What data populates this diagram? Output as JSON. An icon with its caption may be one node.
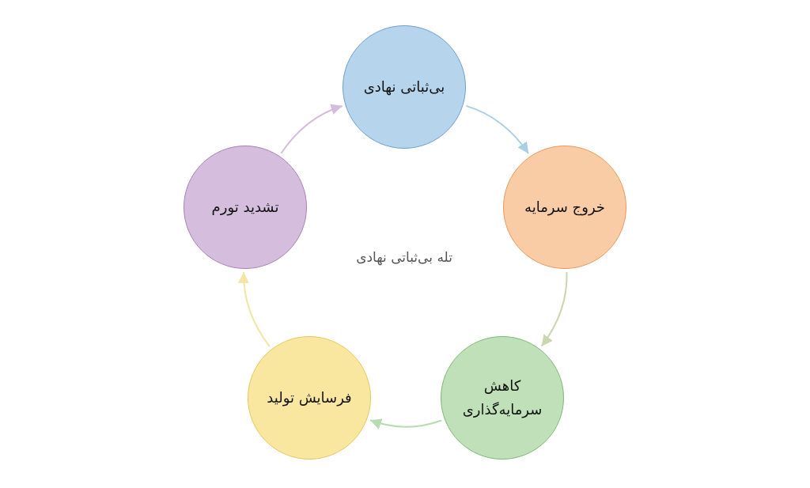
{
  "diagram": {
    "nodes": [
      {
        "text": [
          "بی‌ثباتی نهادی"
        ]
      },
      {
        "text": [
          "خروج سرمایه"
        ]
      },
      {
        "text": [
          "کاهش سرمایه‌گذاری"
        ]
      },
      {
        "text": [
          "فرسایش تولید"
        ]
      },
      {
        "text": [
          "تشدید تورم"
        ]
      }
    ],
    "edges": [
      {
        "from": 0,
        "to": 1,
        "arrow": "to",
        "color": "#a9cfe3"
      },
      {
        "from": 1,
        "to": 2,
        "arrow": "to",
        "color": "#c8d7ad"
      },
      {
        "from": 2,
        "to": 3,
        "arrow": "to",
        "color": "#b8dcb1"
      },
      {
        "from": 3,
        "to": 4,
        "arrow": "to",
        "color": "#f2e5a6"
      },
      {
        "from": 4,
        "to": 0,
        "arrow": "to",
        "color": "#d5bcdc"
      }
    ],
    "labels": [
      "تله بی‌ثباتی نهادی"
    ]
  }
}
